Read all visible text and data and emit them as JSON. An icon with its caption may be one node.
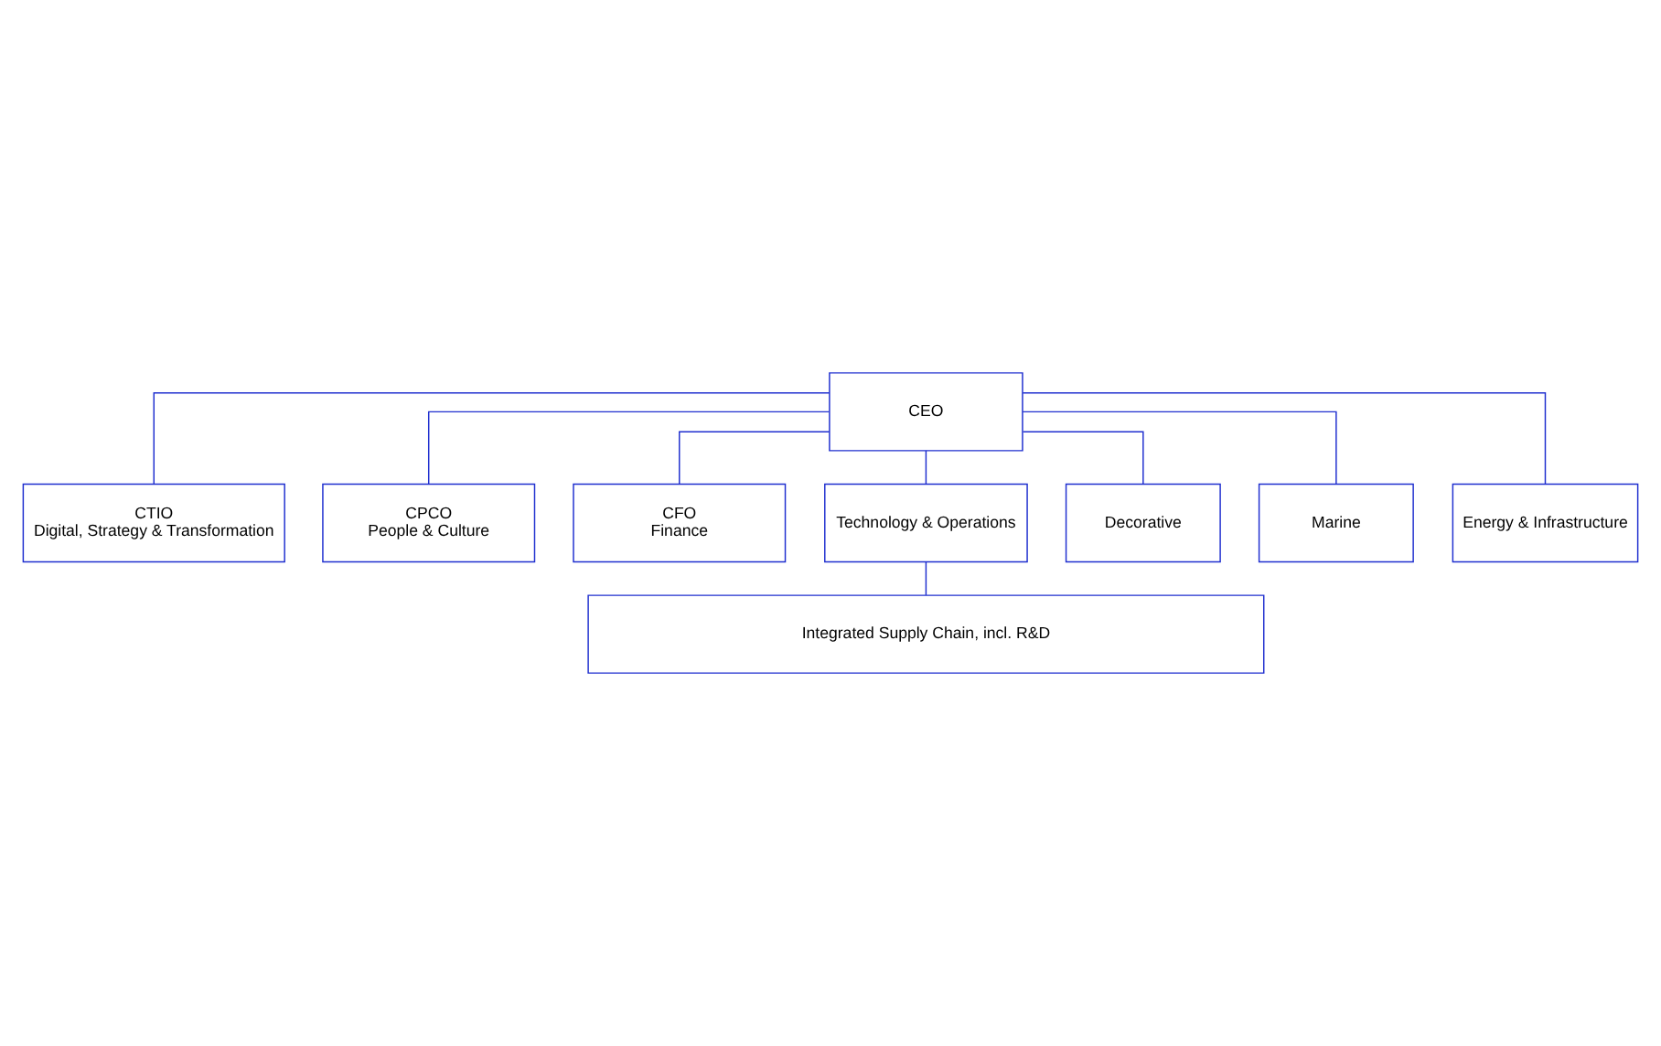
{
  "diagram": {
    "nodes": [
      {
        "text": [
          "CEO"
        ]
      },
      {
        "text": [
          "CTIO",
          "Digital, Strategy & Transformation"
        ]
      },
      {
        "text": [
          "CPCO",
          "People & Culture"
        ]
      },
      {
        "text": [
          "CFO",
          "Finance"
        ]
      },
      {
        "text": [
          "Technology & Operations"
        ]
      },
      {
        "text": [
          "Decorative"
        ]
      },
      {
        "text": [
          "Marine"
        ]
      },
      {
        "text": [
          "Energy & Infrastructure"
        ]
      },
      {
        "text": [
          "Integrated Supply Chain, incl. R&D"
        ]
      }
    ],
    "edges": [
      {
        "from": 0,
        "to": 1,
        "arrow": "none"
      },
      {
        "from": 0,
        "to": 2,
        "arrow": "none"
      },
      {
        "from": 0,
        "to": 3,
        "arrow": "none"
      },
      {
        "from": 0,
        "to": 4,
        "arrow": "none"
      },
      {
        "from": 0,
        "to": 5,
        "arrow": "none"
      },
      {
        "from": 0,
        "to": 6,
        "arrow": "none"
      },
      {
        "from": 0,
        "to": 7,
        "arrow": "none"
      },
      {
        "from": 4,
        "to": 8,
        "arrow": "none"
      }
    ]
  }
}
